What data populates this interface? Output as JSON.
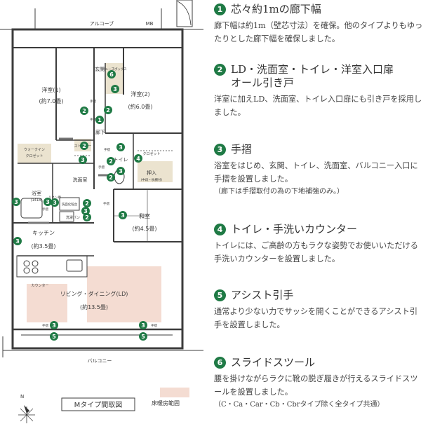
{
  "plan": {
    "rooms": {
      "alcove": "アルコーブ",
      "mb": "MB",
      "entrance": "玄関",
      "shoe_cabinet": "シューズボックス",
      "western1": "洋室(1)",
      "western1_size": "(約7.0畳)",
      "western2": "洋室(2)",
      "western2_size": "(約6.0畳)",
      "corridor": "廊下",
      "walkin": "ウォークイン",
      "closet": "クロゼット",
      "storage": "ストッカー",
      "closet2": "クロゼット",
      "toilet": "トイレ",
      "washroom": "洗面室",
      "bath": "浴室",
      "bath_size": "(1418)",
      "linen": "リネン庫",
      "wash_basin": "洗面化粧台",
      "washer": "洗濯パン",
      "oshiire": "押入",
      "oshiire_sub": "(中段・枕棚付)",
      "japanese": "和室",
      "japanese_size": "(約4.5畳)",
      "kitchen": "キッチン",
      "kitchen_size": "(約3.5畳)",
      "counter": "カウンター",
      "ld": "リビング・ダイニング(LD)",
      "ld_size": "(約13.5畳)",
      "balcony": "バルコニー"
    },
    "handrail_labels": [
      "手摺",
      "手摺",
      "手摺",
      "手摺",
      "手摺",
      "手摺",
      "手摺",
      "手摺"
    ],
    "legend_floor_heating": "床暖房範囲",
    "plan_title": "Mタイプ間取図",
    "compass_n": "N"
  },
  "markers": [
    {
      "n": "1"
    },
    {
      "n": "2"
    },
    {
      "n": "2"
    },
    {
      "n": "2"
    },
    {
      "n": "2"
    },
    {
      "n": "2"
    },
    {
      "n": "2"
    },
    {
      "n": "2"
    },
    {
      "n": "3"
    },
    {
      "n": "3"
    },
    {
      "n": "3"
    },
    {
      "n": "3"
    },
    {
      "n": "3"
    },
    {
      "n": "3"
    },
    {
      "n": "3"
    },
    {
      "n": "3"
    },
    {
      "n": "3"
    },
    {
      "n": "3"
    },
    {
      "n": "4"
    },
    {
      "n": "5"
    },
    {
      "n": "5"
    },
    {
      "n": "6"
    }
  ],
  "colors": {
    "marker": "#1f7a45",
    "floor_heating": "#f4dcd2",
    "storage_fill": "#ebe3cf",
    "wall": "#3c3c3c"
  },
  "features": [
    {
      "num": "1",
      "title": "芯々約1mの廊下幅",
      "body": "廊下幅は約1m（壁芯寸法）を確保。他のタイプよりもゆったりとした廊下幅を確保しました。",
      "note": ""
    },
    {
      "num": "2",
      "title": "LD・洗面室・トイレ・洋室入口扉オール引き戸",
      "body": "洋室に加えLD、洗面室、トイレ入口扉にも引き戸を採用しました。",
      "note": ""
    },
    {
      "num": "3",
      "title": "手摺",
      "body": "浴室をはじめ、玄関、トイレ、洗面室、バルコニー入口に手摺を設置しました。",
      "note": "（廊下は手摺取付の為の下地補強のみ。）"
    },
    {
      "num": "4",
      "title": "トイレ・手洗いカウンター",
      "body": "トイレには、ご高齢の方もラクな姿勢でお使いいただける手洗いカウンターを設置しました。",
      "note": ""
    },
    {
      "num": "5",
      "title": "アシスト引手",
      "body": "通常より少ない力でサッシを開くことができるアシスト引手を設置しました。",
      "note": ""
    },
    {
      "num": "6",
      "title": "スライドスツール",
      "body": "腰を掛けながらラクに靴の脱ぎ履きが行えるスライドスツールを設置しました。",
      "note": "（C・Ca・Car・Cb・Cbrタイプ除く全タイプ共通）"
    }
  ]
}
